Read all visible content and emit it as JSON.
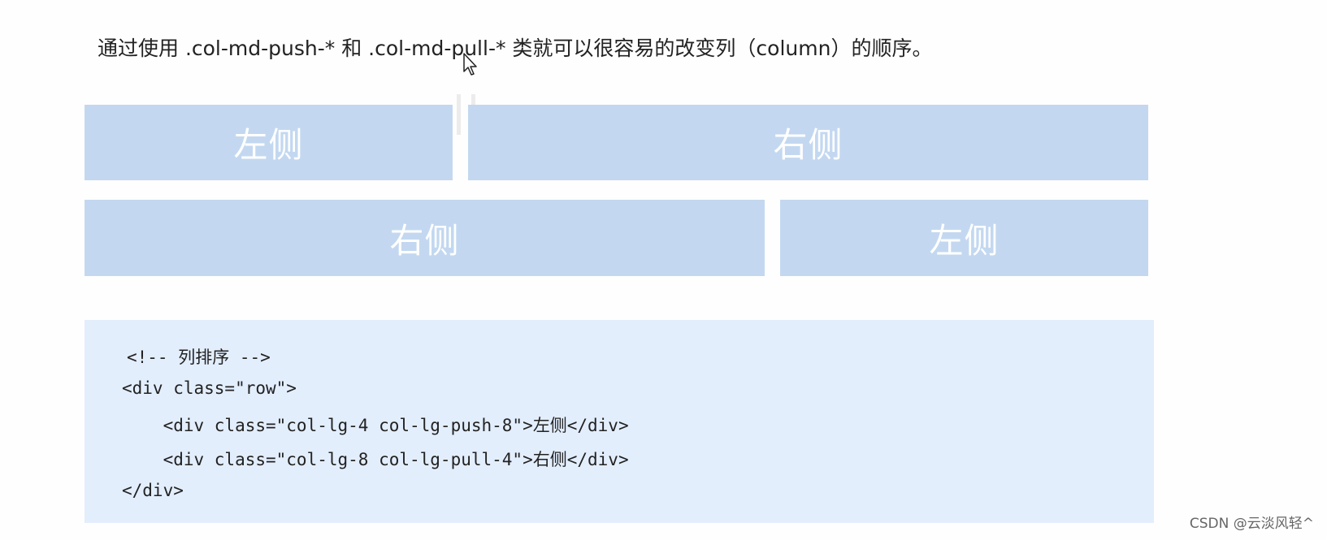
{
  "intro_text": "通过使用 .col-md-push-* 和 .col-md-pull-* 类就可以很容易的改变列（column）的顺序。",
  "row1": {
    "left_label": "左侧",
    "right_label": "右侧"
  },
  "row2": {
    "left_label": "右侧",
    "right_label": "左侧"
  },
  "code": {
    "lines": [
      "<!-- 列排序 -->",
      "<div class=\"row\">",
      "    <div class=\"col-lg-4 col-lg-push-8\">左侧</div>",
      "    <div class=\"col-lg-8 col-lg-pull-4\">右侧</div>",
      "</div>"
    ]
  },
  "watermark": "CSDN @云淡风轻^",
  "colors": {
    "column_bg": "#c3d8f0",
    "code_bg": "#e3eefd",
    "column_text": "#ffffff"
  }
}
